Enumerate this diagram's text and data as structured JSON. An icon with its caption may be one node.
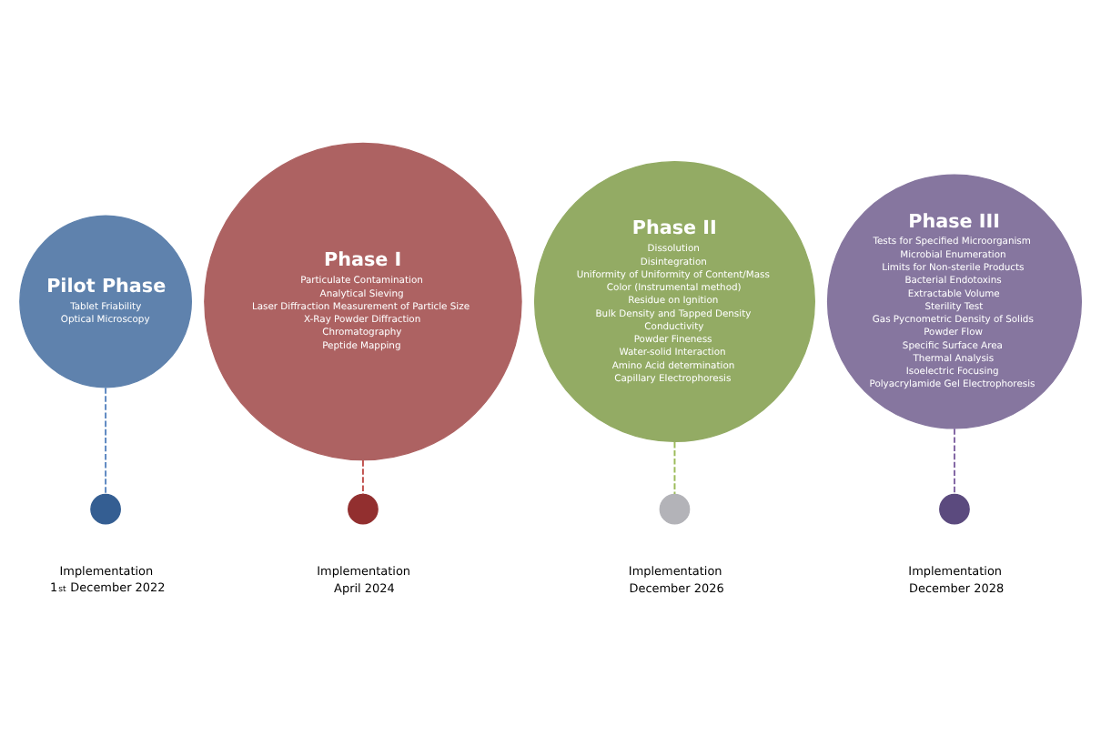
{
  "diagram": {
    "nodes": [
      {
        "text": [
          "Pilot Phase",
          "Tablet Friability",
          "Optical Microscopy"
        ]
      },
      {
        "text": [
          "Phase I",
          "Particulate Contamination",
          "Analytical Sieving",
          "Laser Diffraction Measurement of Particle Size",
          "X-Ray Powder Diffraction",
          "Chromatography",
          "Peptide Mapping"
        ]
      },
      {
        "text": [
          "Phase II",
          "Dissolution",
          "Disintegration",
          "Uniformity of Uniformity of Content/Mass",
          "Color (Instrumental method)",
          "Residue on Ignition",
          "Bulk Density and Tapped Density",
          "Conductivity",
          "Powder Fineness",
          "Water-solid Interaction",
          "Amino Acid determination",
          "Capillary Electrophoresis"
        ]
      },
      {
        "text": [
          "Phase III",
          "Tests for Specified Microorganism",
          "Microbial Enumeration",
          "Limits for Non-sterile Products",
          "Bacterial Endotoxins",
          "Extractable Volume",
          "Sterility Test",
          "Gas Pycnometric Density of Solids",
          "Powder Flow",
          "Specific Surface Area",
          "Thermal Analysis",
          "Isoelectric Focusing",
          "Polyacrylamide Gel Electrophoresis"
        ]
      },
      {
        "text": [],
        "shape": "circle",
        "beside": [
          "Implementation",
          "1$^{st}$ December 2022"
        ]
      },
      {
        "text": [],
        "shape": "circle",
        "beside": [
          "Implementation",
          "April 2024"
        ]
      },
      {
        "text": [],
        "shape": "circle",
        "beside": [
          "Implementation",
          "December 2026"
        ]
      },
      {
        "text": [],
        "shape": "circle",
        "beside": [
          "Implementation",
          "December 2028"
        ]
      }
    ],
    "edges": [
      {
        "from": 0,
        "to": 4,
        "arrow": "none",
        "style": "dashed",
        "color": "#5a86c0"
      },
      {
        "from": 1,
        "to": 5,
        "arrow": "none",
        "style": "dashed",
        "color": "#c0504d"
      },
      {
        "from": 2,
        "to": 6,
        "arrow": "none",
        "style": "dashed",
        "color": "#9bbb59"
      },
      {
        "from": 3,
        "to": 7,
        "arrow": "none",
        "style": "dashed",
        "color": "#8064a2"
      }
    ]
  }
}
